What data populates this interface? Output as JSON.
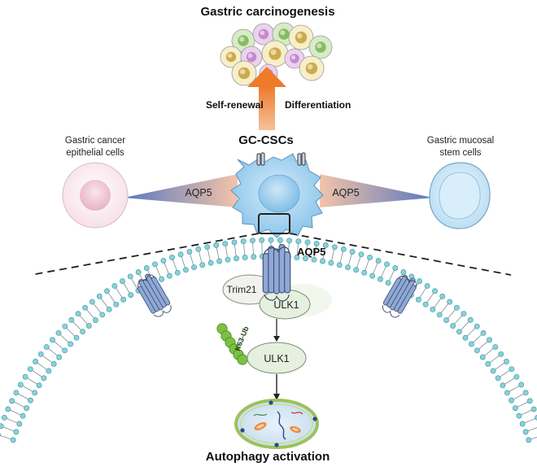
{
  "title": "Gastric carcinogenesis",
  "labels": {
    "self_renewal": "Self-renewal",
    "differentiation": "Differentiation",
    "gc_cscs": "GC-CSCs",
    "left_cell_line1": "Gastric cancer",
    "left_cell_line2": "epithelial cells",
    "right_cell_line1": "Gastric mucosal",
    "right_cell_line2": "stem cells",
    "aqp5_left": "AQP5",
    "aqp5_right": "AQP5",
    "aqp5_membrane": "AQP5",
    "trim21": "Trim21",
    "ulk1_upper": "ULK1",
    "ulk1_lower": "ULK1",
    "k63_ub": "K63-Ub",
    "autophagy": "Autophagy activation"
  },
  "colors": {
    "arrow_orange": "#f08a3c",
    "cell_blue": "#a8d4ef",
    "membrane_head": "#7fd3d9",
    "protein_blue": "#8fa8d6",
    "ub_green": "#7bc142",
    "ulk1_fill": "#e5f0df"
  }
}
